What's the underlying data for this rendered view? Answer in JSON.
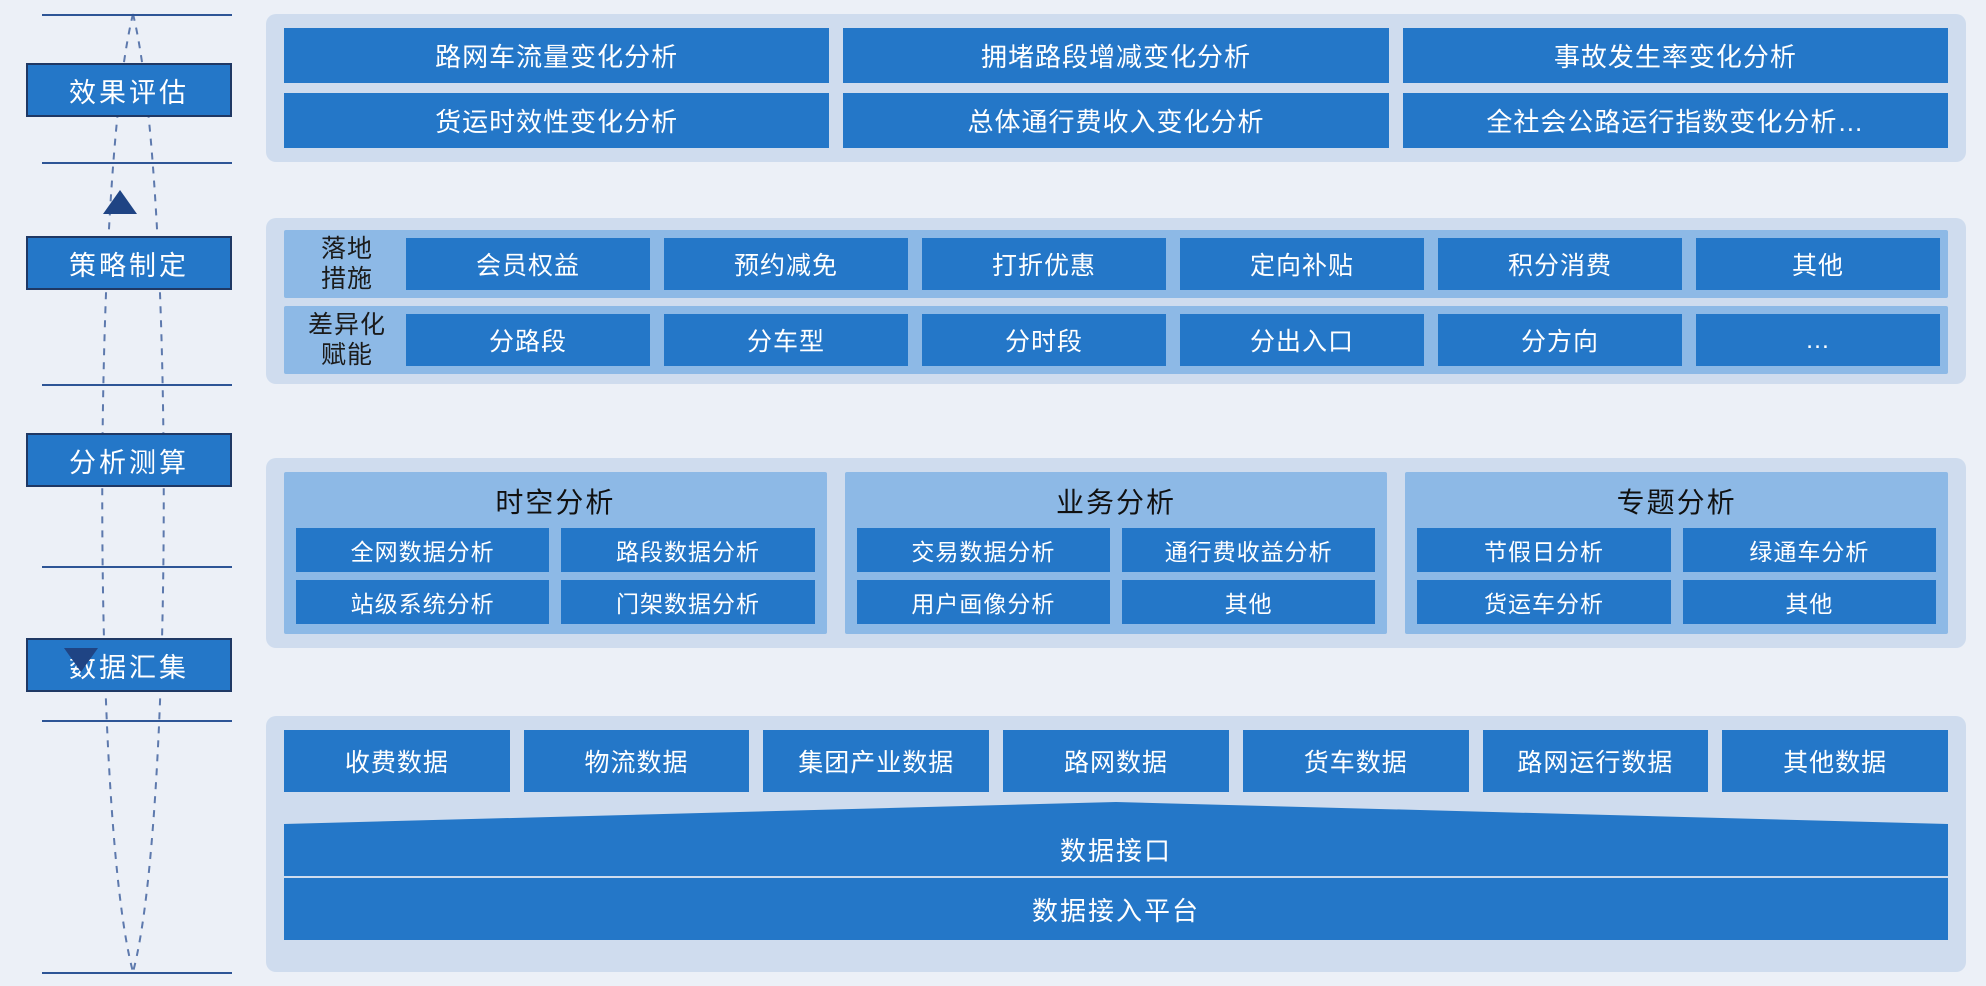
{
  "colors": {
    "page_background": "#ECF0F7",
    "panel_background": "#CFDCEE",
    "inner_panel": "#8DB9E6",
    "chip_blue": "#2477C8",
    "stage_border": "#1F3864",
    "rail_line": "#2E5596",
    "arrow": "#1F4484"
  },
  "rail": {
    "stages": [
      {
        "label": "效果评估"
      },
      {
        "label": "策略制定"
      },
      {
        "label": "分析测算"
      },
      {
        "label": "数据汇集"
      }
    ],
    "arrows": [
      {
        "name": "arrow-up-icon",
        "direction": "up"
      },
      {
        "name": "arrow-down-icon",
        "direction": "down"
      }
    ]
  },
  "evaluation": {
    "items": [
      "路网车流量变化分析",
      "拥堵路段增减变化分析",
      "事故发生率变化分析",
      "货运时效性变化分析",
      "总体通行费收入变化分析",
      "全社会公路运行指数变化分析…"
    ]
  },
  "strategy": {
    "rows": [
      {
        "label": "落地\n措施",
        "label_line1": "落地",
        "label_line2": "措施",
        "items": [
          "会员权益",
          "预约减免",
          "打折优惠",
          "定向补贴",
          "积分消费",
          "其他"
        ]
      },
      {
        "label": "差异化\n赋能",
        "label_line1": "差异化",
        "label_line2": "赋能",
        "items": [
          "分路段",
          "分车型",
          "分时段",
          "分出入口",
          "分方向",
          "…"
        ]
      }
    ]
  },
  "analysis": {
    "columns": [
      {
        "title": "时空分析",
        "items": [
          "全网数据分析",
          "路段数据分析",
          "站级系统分析",
          "门架数据分析"
        ]
      },
      {
        "title": "业务分析",
        "items": [
          "交易数据分析",
          "通行费收益分析",
          "用户画像分析",
          "其他"
        ]
      },
      {
        "title": "专题分析",
        "items": [
          "节假日分析",
          "绿通车分析",
          "货运车分析",
          "其他"
        ]
      }
    ]
  },
  "data_collection": {
    "sources": [
      "收费数据",
      "物流数据",
      "集团产业数据",
      "路网数据",
      "货车数据",
      "路网运行数据",
      "其他数据"
    ],
    "interface_label": "数据接口",
    "platform_label": "数据接入平台"
  }
}
